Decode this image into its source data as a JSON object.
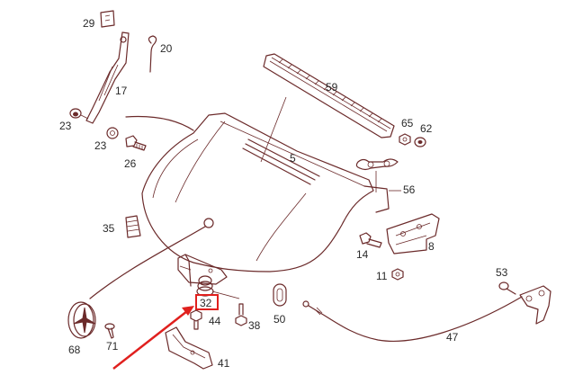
{
  "diagram": {
    "labels": {
      "p5": "5",
      "p8": "8",
      "p11": "11",
      "p14": "14",
      "p17": "17",
      "p20": "20",
      "p23a": "23",
      "p23b": "23",
      "p26": "26",
      "p29": "29",
      "p32": "32",
      "p35": "35",
      "p38": "38",
      "p41": "41",
      "p44": "44",
      "p47": "47",
      "p50": "50",
      "p53": "53",
      "p56": "56",
      "p59": "59",
      "p62": "62",
      "p65": "65",
      "p68": "68",
      "p71": "71"
    },
    "highlight": {
      "part": "32",
      "color": "#e0201e"
    },
    "line_color": "#6b2a2a"
  }
}
